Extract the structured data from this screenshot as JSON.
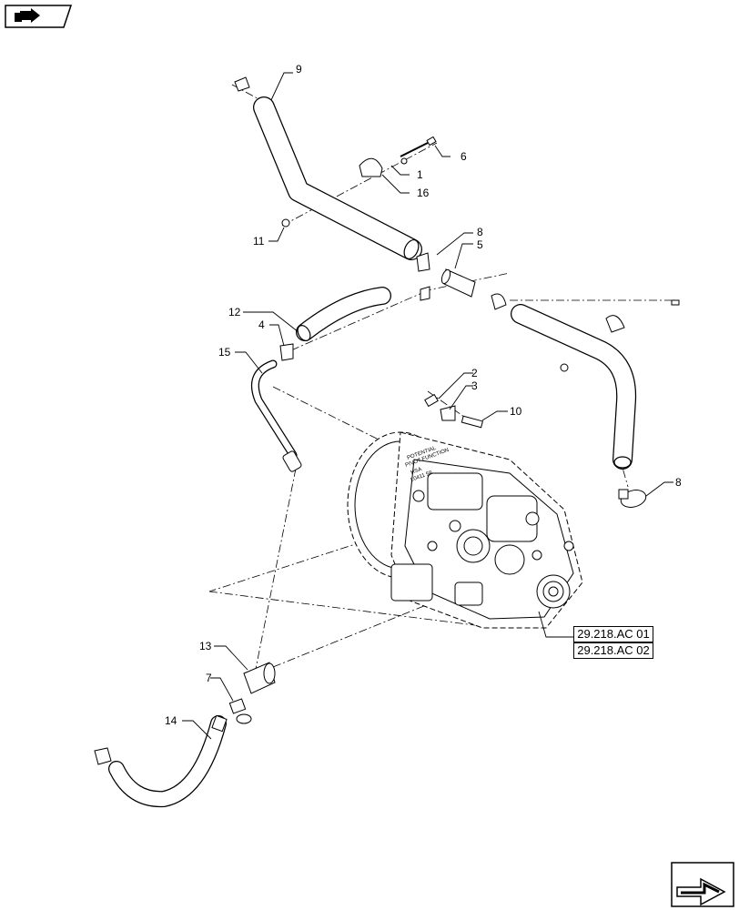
{
  "callouts": {
    "c1": "1",
    "c2": "2",
    "c3": "3",
    "c4": "4",
    "c5": "5",
    "c6": "6",
    "c7": "7",
    "c8a": "8",
    "c8b": "8",
    "c9": "9",
    "c10": "10",
    "c11": "11",
    "c12": "12",
    "c13": "13",
    "c14": "14",
    "c15": "15",
    "c16": "16"
  },
  "references": [
    "29.218.AC 01",
    "29.218.AC 02"
  ],
  "engraving": {
    "line1": "POTENTIAL",
    "line2": "PIVOT FUNCTION",
    "line3": "HSA",
    "line4": "L0411 58"
  },
  "icons": {
    "top_left": "book-nav-icon",
    "bottom_right": "next-page-arrow-icon"
  }
}
